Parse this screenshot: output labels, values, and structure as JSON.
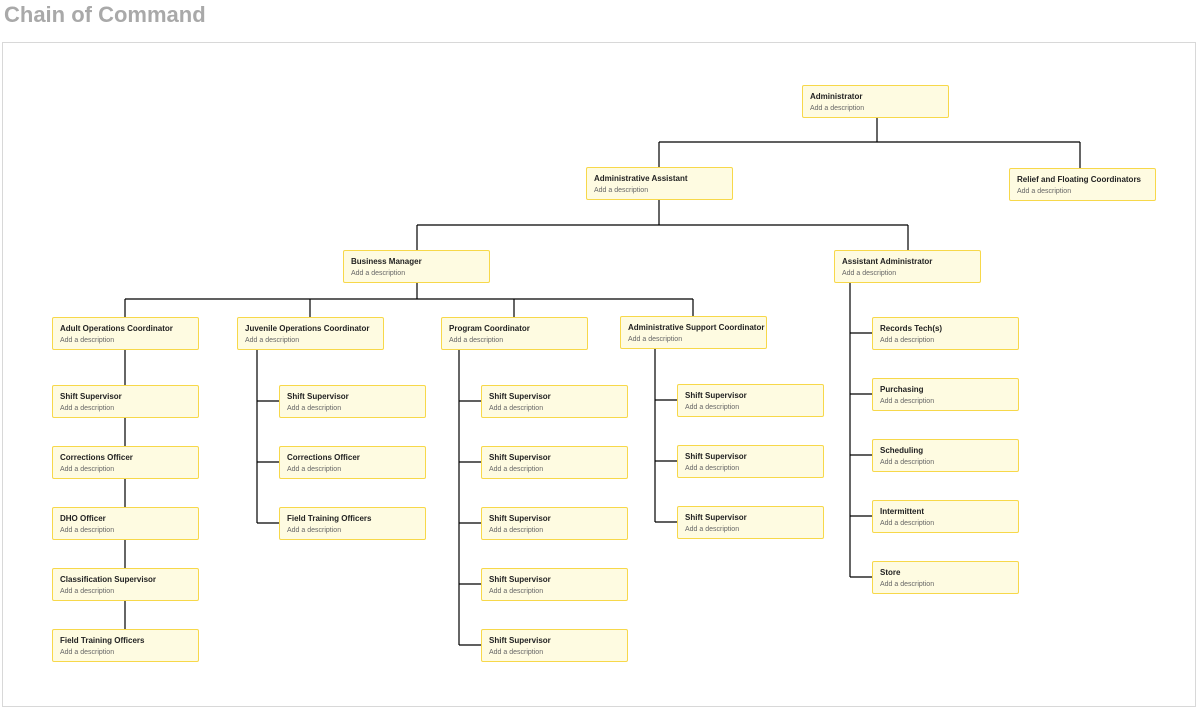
{
  "page": {
    "title": "Chain of Command"
  },
  "org_chart": {
    "nodes": [
      {
        "id": "administrator",
        "title": "Administrator",
        "description": "Add a description"
      },
      {
        "id": "administrative-assistant",
        "title": "Administrative Assistant",
        "description": "Add a description"
      },
      {
        "id": "relief-floating-coordinators",
        "title": "Relief and Floating Coordinators",
        "description": "Add a description"
      },
      {
        "id": "business-manager",
        "title": "Business Manager",
        "description": "Add a description"
      },
      {
        "id": "assistant-administrator",
        "title": "Assistant Administrator",
        "description": "Add a description"
      },
      {
        "id": "adult-operations-coordinator",
        "title": "Adult Operations Coordinator",
        "description": "Add a description"
      },
      {
        "id": "juvenile-operations-coordinator",
        "title": "Juvenile Operations Coordinator",
        "description": "Add a description"
      },
      {
        "id": "program-coordinator",
        "title": "Program Coordinator",
        "description": "Add a description"
      },
      {
        "id": "administrative-support-coordinator",
        "title": "Administrative Support Coordinator",
        "description": "Add a description"
      },
      {
        "id": "adult-shift-supervisor",
        "title": "Shift Supervisor",
        "description": "Add a description"
      },
      {
        "id": "adult-corrections-officer",
        "title": "Corrections Officer",
        "description": "Add a description"
      },
      {
        "id": "adult-dho-officer",
        "title": "DHO Officer",
        "description": "Add a description"
      },
      {
        "id": "adult-classification-supervisor",
        "title": "Classification Supervisor",
        "description": "Add a description"
      },
      {
        "id": "adult-field-training-officers",
        "title": "Field Training Officers",
        "description": "Add a description"
      },
      {
        "id": "juvenile-shift-supervisor",
        "title": "Shift Supervisor",
        "description": "Add a description"
      },
      {
        "id": "juvenile-corrections-officer",
        "title": "Corrections Officer",
        "description": "Add a description"
      },
      {
        "id": "juvenile-field-training-officers",
        "title": "Field Training Officers",
        "description": "Add a description"
      },
      {
        "id": "program-shift-supervisor-1",
        "title": "Shift Supervisor",
        "description": "Add a description"
      },
      {
        "id": "program-shift-supervisor-2",
        "title": "Shift Supervisor",
        "description": "Add a description"
      },
      {
        "id": "program-shift-supervisor-3",
        "title": "Shift Supervisor",
        "description": "Add a description"
      },
      {
        "id": "program-shift-supervisor-4",
        "title": "Shift Supervisor",
        "description": "Add a description"
      },
      {
        "id": "program-shift-supervisor-5",
        "title": "Shift Supervisor",
        "description": "Add a description"
      },
      {
        "id": "support-shift-supervisor-1",
        "title": "Shift Supervisor",
        "description": "Add a description"
      },
      {
        "id": "support-shift-supervisor-2",
        "title": "Shift Supervisor",
        "description": "Add a description"
      },
      {
        "id": "support-shift-supervisor-3",
        "title": "Shift Supervisor",
        "description": "Add a description"
      },
      {
        "id": "records-techs",
        "title": "Records Tech(s)",
        "description": "Add a description"
      },
      {
        "id": "purchasing",
        "title": "Purchasing",
        "description": "Add a description"
      },
      {
        "id": "scheduling",
        "title": "Scheduling",
        "description": "Add a description"
      },
      {
        "id": "intermittent",
        "title": "Intermittent",
        "description": "Add a description"
      },
      {
        "id": "store",
        "title": "Store",
        "description": "Add a description"
      }
    ]
  }
}
